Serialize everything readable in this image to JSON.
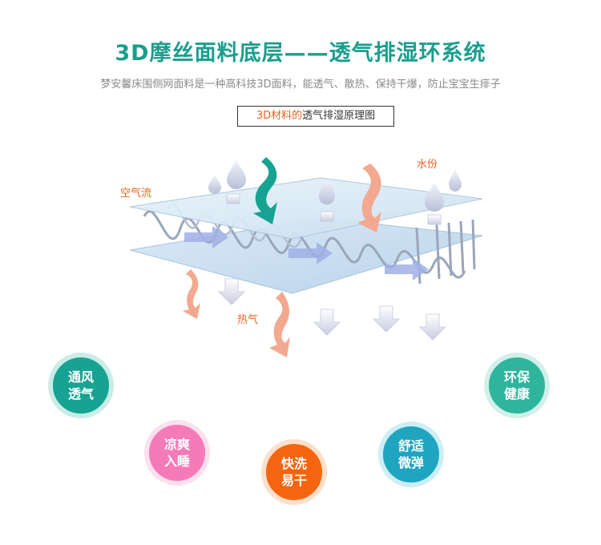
{
  "header": {
    "title": "3D摩丝面料底层——透气排湿环系统",
    "subtitle": "梦安馨床围侧网面料是一种高科技3D面料，能透气、散热、保持干爆，防止宝宝生痱子"
  },
  "diagram": {
    "label_highlight": "3D材料的",
    "label_rest": "透气排湿原理图",
    "annotations": {
      "airflow": "空气流",
      "moisture": "水份",
      "heat": "热气"
    }
  },
  "features": [
    {
      "line1": "通风",
      "line2": "透气",
      "color": "#16a391",
      "ring": "#c9ece7"
    },
    {
      "line1": "凉爽",
      "line2": "入睡",
      "color": "#f57bb8",
      "ring": "#fbe0ee"
    },
    {
      "line1": "快洗",
      "line2": "易干",
      "color": "#f5650f",
      "ring": "#fde0cc"
    },
    {
      "line1": "舒适",
      "line2": "微弹",
      "color": "#1fa5c0",
      "ring": "#cdeef4"
    },
    {
      "line1": "环保",
      "line2": "健康",
      "color": "#2fb59c",
      "ring": "#d2f0ea"
    }
  ],
  "colors": {
    "accent": "#1a9e8e",
    "annotation": "#e8641e"
  }
}
